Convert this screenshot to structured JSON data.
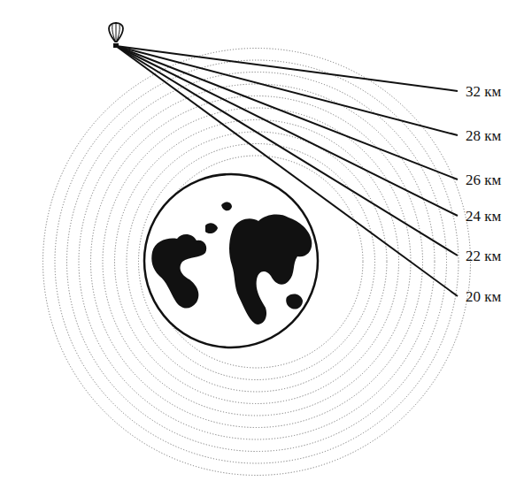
{
  "diagram": {
    "labels": [
      "32 км",
      "28 км",
      "26 км",
      "24 км",
      "22 км",
      "20 км"
    ]
  }
}
